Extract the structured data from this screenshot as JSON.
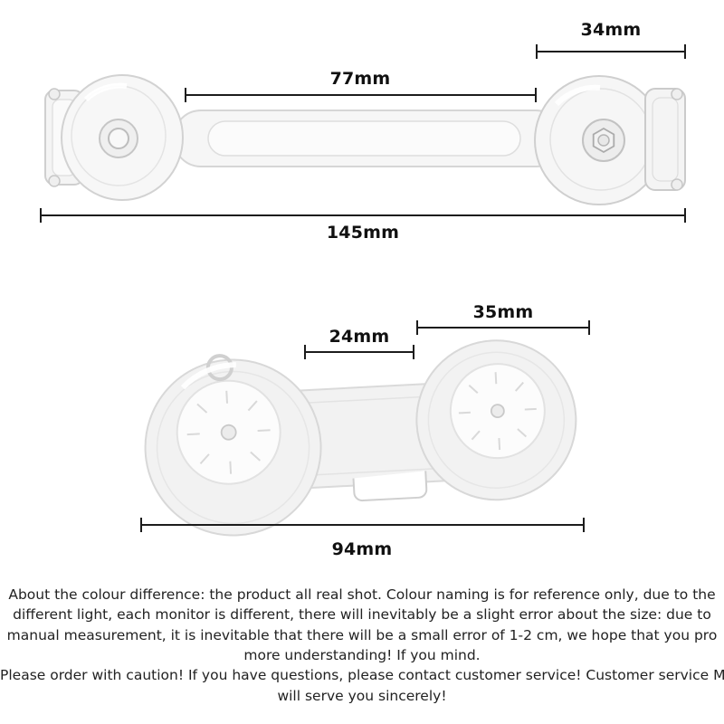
{
  "dimensions": {
    "top_product": {
      "right_cap_width": "34mm",
      "strap_length": "77mm",
      "total_length": "145mm"
    },
    "bottom_product": {
      "right_disc_width": "35mm",
      "bridge_width": "24mm",
      "total_length": "94mm"
    }
  },
  "disclaimer": {
    "lines": [
      "About the colour difference: the product all real shot. Colour naming is for reference only, due to the",
      "different light, each monitor is different, there will inevitably be a slight error about the size: due to",
      "manual measurement, it is inevitable that there will be a small error of 1-2 cm, we hope that you pro",
      "more understanding! If you mind.",
      "Please order with caution! If you have questions, please contact customer service! Customer service M",
      "will serve you sincerely!"
    ]
  },
  "colors": {
    "dimension_line": "#1c1c1c",
    "text": "#222222",
    "product_stroke": "#d4d4d4",
    "product_fill": "#f5f5f5"
  }
}
